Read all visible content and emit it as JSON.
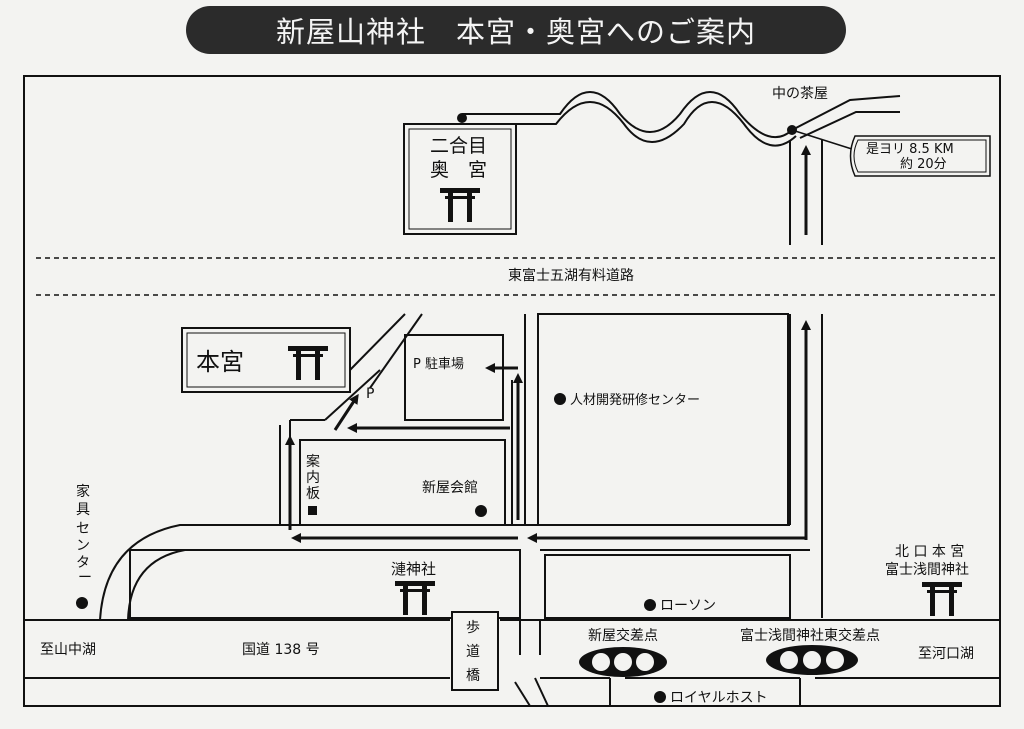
{
  "title": "新屋山神社　本宮・奥宮へのご案内",
  "okumiya": {
    "line1": "二合目",
    "line2": "奥　宮"
  },
  "hongu": {
    "label": "本宮"
  },
  "naka_chaya": "中の茶屋",
  "distance": {
    "line1": "是ヨリ 8.5 KM",
    "line2": "約 20分"
  },
  "expressway": "東富士五湖有料道路",
  "parking": "P 駐車場",
  "parking_p": "P",
  "jinzai": "人材開発研修センター",
  "annai": [
    "案",
    "内",
    "板"
  ],
  "kaikan": "新屋会館",
  "kagu": [
    "家",
    "具",
    "セ",
    "ン",
    "タ",
    "ー"
  ],
  "ren_jinja": "漣神社",
  "kitaguchi": {
    "line1": "北 口 本 宮",
    "line2": "富士浅間神社"
  },
  "lawson": "ローソン",
  "hodokyo": [
    "歩",
    "道",
    "橋"
  ],
  "to_yamanaka": "至山中湖",
  "route138": "国道 138 号",
  "araya_crossing": "新屋交差点",
  "sengen_crossing": "富士浅間神社東交差点",
  "to_kawaguchi": "至河口湖",
  "royal_host": "ロイヤルホスト",
  "colors": {
    "ink": "#111111",
    "paper": "#f3f3f1",
    "banner": "#2b2b2b"
  }
}
